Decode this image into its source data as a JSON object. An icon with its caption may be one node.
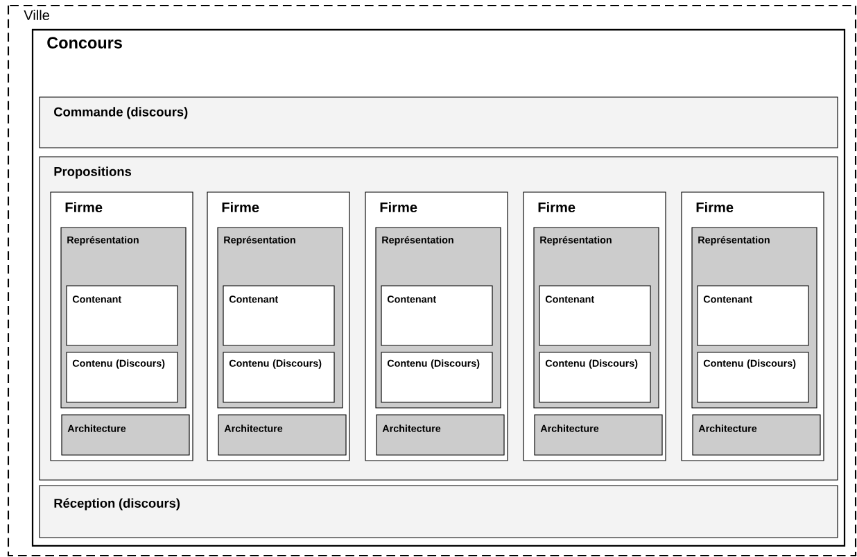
{
  "diagram": {
    "nodes": [
      {
        "text": [
          "Ville"
        ]
      },
      {
        "text": [
          "Concours"
        ],
        "in": 0
      },
      {
        "text": [
          "Commande (discours)"
        ],
        "in": 1
      },
      {
        "text": [
          "Propositions"
        ],
        "in": 1
      },
      {
        "text": [
          "Firme"
        ],
        "in": 3
      },
      {
        "text": [
          "Représentation"
        ],
        "in": 4
      },
      {
        "text": [
          "Contenant"
        ],
        "in": 5
      },
      {
        "text": [
          "Contenu (Discours)"
        ],
        "in": 5
      },
      {
        "text": [
          "Architecture"
        ],
        "in": 4
      },
      {
        "text": [
          "Firme"
        ],
        "in": 3
      },
      {
        "text": [
          "Représentation"
        ],
        "in": 9
      },
      {
        "text": [
          "Contenant"
        ],
        "in": 10
      },
      {
        "text": [
          "Contenu (Discours)"
        ],
        "in": 10
      },
      {
        "text": [
          "Architecture"
        ],
        "in": 9
      },
      {
        "text": [
          "Firme"
        ],
        "in": 3
      },
      {
        "text": [
          "Représentation"
        ],
        "in": 14
      },
      {
        "text": [
          "Contenant"
        ],
        "in": 15
      },
      {
        "text": [
          "Contenu (Discours)"
        ],
        "in": 15
      },
      {
        "text": [
          "Architecture"
        ],
        "in": 14
      },
      {
        "text": [
          "Firme"
        ],
        "in": 3
      },
      {
        "text": [
          "Représentation"
        ],
        "in": 19
      },
      {
        "text": [
          "Contenant"
        ],
        "in": 20
      },
      {
        "text": [
          "Contenu (Discours)"
        ],
        "in": 20
      },
      {
        "text": [
          "Architecture"
        ],
        "in": 19
      },
      {
        "text": [
          "Firme"
        ],
        "in": 3
      },
      {
        "text": [
          "Représentation"
        ],
        "in": 24
      },
      {
        "text": [
          "Contenant"
        ],
        "in": 25
      },
      {
        "text": [
          "Contenu (Discours)"
        ],
        "in": 25
      },
      {
        "text": [
          "Architecture"
        ],
        "in": 24
      },
      {
        "text": [
          "Réception (discours)"
        ],
        "in": 1
      }
    ]
  }
}
